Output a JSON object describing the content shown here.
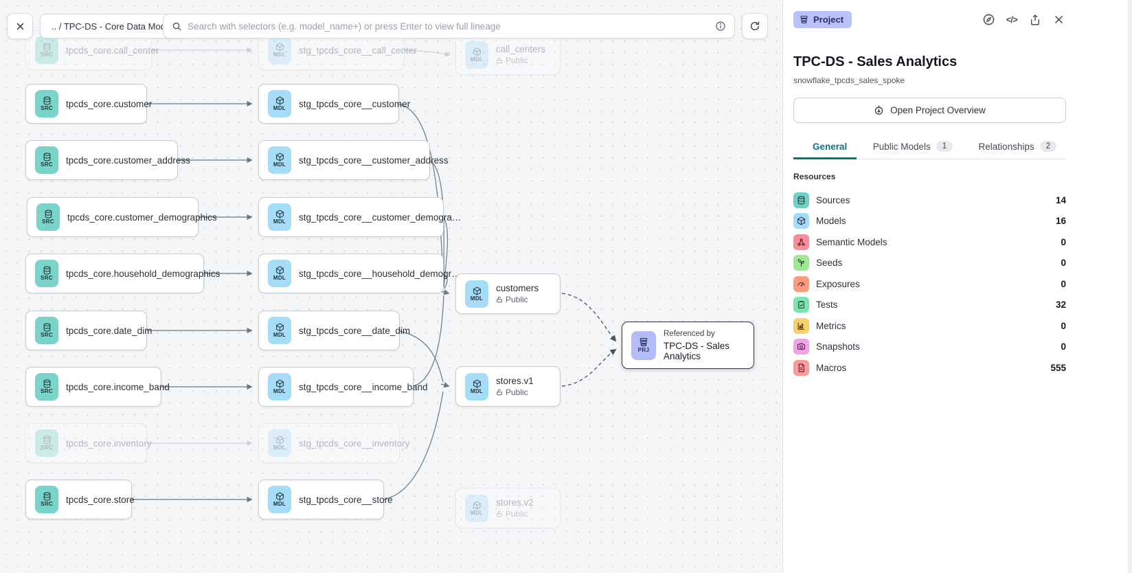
{
  "toolbar": {
    "breadcrumb": ".. / TPC-DS - Core Data Models",
    "search_placeholder": "Search with selectors (e.g. model_name+) or press Enter to view full lineage"
  },
  "graph": {
    "badge_src": "SRC",
    "badge_mdl": "MDL",
    "badge_prj": "PRJ",
    "source_nodes": [
      {
        "label": "tpcds_core.call_center"
      },
      {
        "label": "tpcds_core.customer"
      },
      {
        "label": "tpcds_core.customer_address"
      },
      {
        "label": "tpcds_core.customer_demographics"
      },
      {
        "label": "tpcds_core.household_demographics"
      },
      {
        "label": "tpcds_core.date_dim"
      },
      {
        "label": "tpcds_core.income_band"
      },
      {
        "label": "tpcds_core.inventory"
      },
      {
        "label": "tpcds_core.store"
      }
    ],
    "model_nodes": [
      {
        "label": "stg_tpcds_core__call_center"
      },
      {
        "label": "stg_tpcds_core__customer"
      },
      {
        "label": "stg_tpcds_core__customer_address"
      },
      {
        "label": "stg_tpcds_core__customer_demogra…"
      },
      {
        "label": "stg_tpcds_core__household_demogr…"
      },
      {
        "label": "stg_tpcds_core__date_dim"
      },
      {
        "label": "stg_tpcds_core__income_band"
      },
      {
        "label": "stg_tpcds_core__inventory"
      },
      {
        "label": "stg_tpcds_core__store"
      }
    ],
    "public_nodes": [
      {
        "name": "call_centers",
        "access": "Public"
      },
      {
        "name": "customers",
        "access": "Public"
      },
      {
        "name": "stores.v1",
        "access": "Public"
      },
      {
        "name": "stores.v2",
        "access": "Public"
      }
    ],
    "project_node": {
      "kicker": "Referenced by",
      "name": "TPC-DS - Sales Analytics"
    }
  },
  "panel": {
    "type_badge": "Project",
    "code_icon_label": "</>",
    "title": "TPC-DS - Sales Analytics",
    "subtitle": "snowflake_tpcds_sales_spoke",
    "overview_button": "Open Project Overview",
    "tabs": [
      {
        "label": "General"
      },
      {
        "label": "Public Models",
        "badge": "1"
      },
      {
        "label": "Relationships",
        "badge": "2"
      }
    ],
    "resources_heading": "Resources",
    "resources": [
      {
        "label": "Sources",
        "count": "14",
        "color": "#6fd0c5"
      },
      {
        "label": "Models",
        "count": "16",
        "color": "#a5daf8"
      },
      {
        "label": "Semantic Models",
        "count": "0",
        "color": "#fb8d98"
      },
      {
        "label": "Seeds",
        "count": "0",
        "color": "#9fe898"
      },
      {
        "label": "Exposures",
        "count": "0",
        "color": "#fb9c80"
      },
      {
        "label": "Tests",
        "count": "32",
        "color": "#7ce4ae"
      },
      {
        "label": "Metrics",
        "count": "0",
        "color": "#f8d16e"
      },
      {
        "label": "Snapshots",
        "count": "0",
        "color": "#f2a3e8"
      },
      {
        "label": "Macros",
        "count": "555",
        "color": "#f79b9b"
      }
    ]
  }
}
